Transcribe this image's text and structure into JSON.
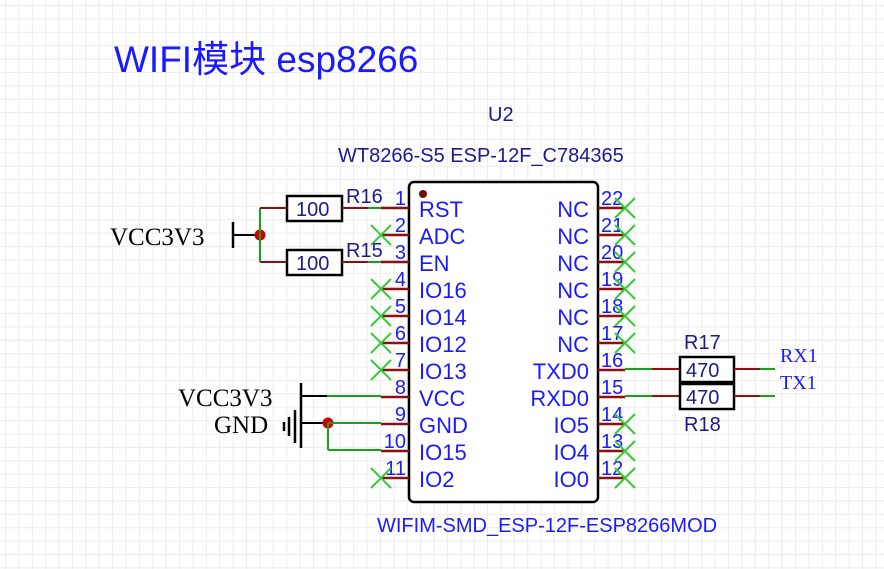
{
  "title": "WIFI模块 esp8266",
  "colors": {
    "title": "#1a1aff",
    "pin_text": "#1a1aff",
    "designator_text": "#1a1a8c",
    "wire": "#1aa01a",
    "pin_line": "#8b1010",
    "body_outline": "#000000",
    "junction": "#cc0000",
    "no_connect": "#33cc33",
    "net_label": "#1a1aff",
    "power_text": "#000000"
  },
  "component": {
    "designator": "U2",
    "value": "WT8266-S5 ESP-12F_C784365",
    "footprint": "WIFIM-SMD_ESP-12F-ESP8266MOD",
    "left_pins": [
      {
        "num": "1",
        "name": "RST",
        "nc": false
      },
      {
        "num": "2",
        "name": "ADC",
        "nc": true
      },
      {
        "num": "3",
        "name": "EN",
        "nc": false
      },
      {
        "num": "4",
        "name": "IO16",
        "nc": true
      },
      {
        "num": "5",
        "name": "IO14",
        "nc": true
      },
      {
        "num": "6",
        "name": "IO12",
        "nc": true
      },
      {
        "num": "7",
        "name": "IO13",
        "nc": true
      },
      {
        "num": "8",
        "name": "VCC",
        "nc": false
      },
      {
        "num": "9",
        "name": "GND",
        "nc": false
      },
      {
        "num": "10",
        "name": "IO15",
        "nc": false
      },
      {
        "num": "11",
        "name": "IO2",
        "nc": true
      }
    ],
    "right_pins": [
      {
        "num": "22",
        "name": "NC",
        "nc": true
      },
      {
        "num": "21",
        "name": "NC",
        "nc": true
      },
      {
        "num": "20",
        "name": "NC",
        "nc": true
      },
      {
        "num": "19",
        "name": "NC",
        "nc": true
      },
      {
        "num": "18",
        "name": "NC",
        "nc": true
      },
      {
        "num": "17",
        "name": "NC",
        "nc": true
      },
      {
        "num": "16",
        "name": "TXD0",
        "nc": false
      },
      {
        "num": "15",
        "name": "RXD0",
        "nc": false
      },
      {
        "num": "14",
        "name": "IO5",
        "nc": true
      },
      {
        "num": "13",
        "name": "IO4",
        "nc": true
      },
      {
        "num": "12",
        "name": "IO0",
        "nc": true
      }
    ]
  },
  "resistors": {
    "r16": {
      "designator": "R16",
      "value": "100"
    },
    "r15": {
      "designator": "R15",
      "value": "100"
    },
    "r17": {
      "designator": "R17",
      "value": "470"
    },
    "r18": {
      "designator": "R18",
      "value": "470"
    }
  },
  "power": {
    "vcc_top": "VCC3V3",
    "vcc_bottom": "VCC3V3",
    "gnd": "GND"
  },
  "nets": {
    "rx": "RX1",
    "tx": "TX1"
  }
}
